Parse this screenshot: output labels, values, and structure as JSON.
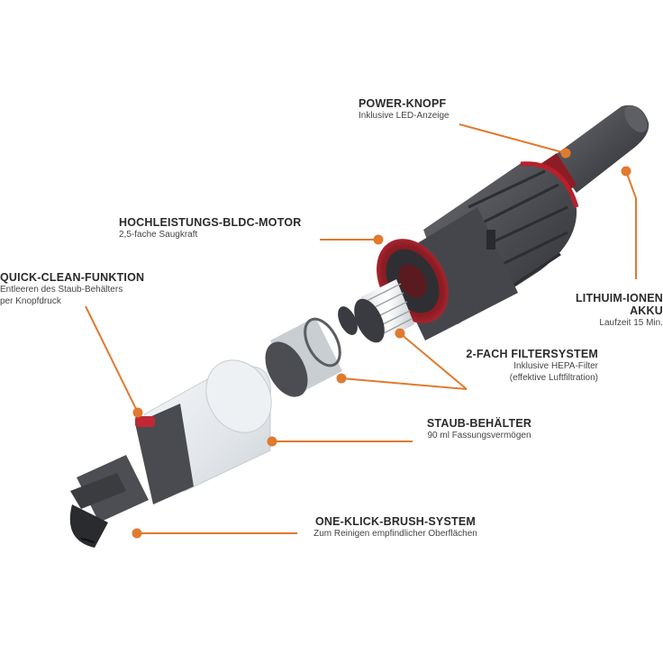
{
  "accent": "#e07a2e",
  "product_colors": {
    "body": "#4a4b4f",
    "red_trim": "#b8202b",
    "clear_bin": "#e6eaee"
  },
  "callouts": [
    {
      "id": "power",
      "title": "POWER-KNOPF",
      "sub": [
        "Inklusive LED-Anzeige"
      ]
    },
    {
      "id": "motor",
      "title": "HOCHLEISTUNGS-BLDC-MOTOR",
      "sub": [
        "2,5-fache Saugkraft"
      ]
    },
    {
      "id": "quickclean",
      "title": "QUICK-CLEAN-FUNKTION",
      "sub": [
        "Entleeren des Staub-Behälters",
        "per Knopfdruck"
      ]
    },
    {
      "id": "battery",
      "title_lines": [
        "LITHUIM-IONEN",
        "AKKU"
      ],
      "sub": [
        "Laufzeit 15 Min."
      ]
    },
    {
      "id": "filter",
      "title": "2-FACH FILTERSYSTEM",
      "sub": [
        "Inklusive HEPA-Filter",
        "(effektive Luftfiltration)"
      ]
    },
    {
      "id": "bin",
      "title": "STAUB-BEHÄLTER",
      "sub": [
        "90 ml Fassungsvermögen"
      ]
    },
    {
      "id": "brush",
      "title": "ONE-KLICK-BRUSH-SYSTEM",
      "sub": [
        "Zum Reinigen empfindlicher Oberflächen"
      ]
    }
  ]
}
